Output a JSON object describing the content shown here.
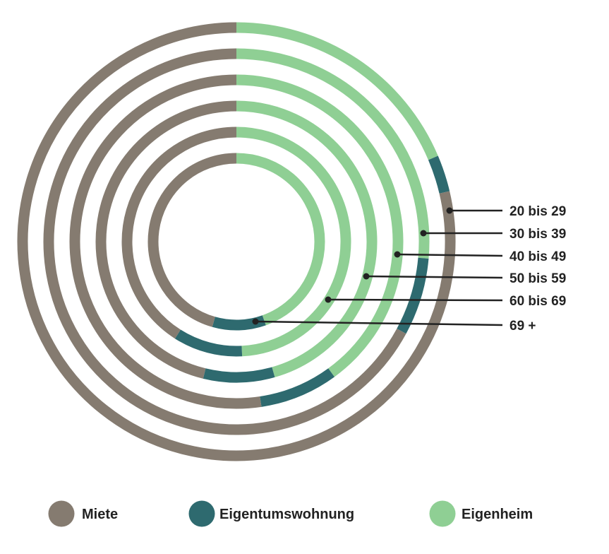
{
  "chart_data": {
    "type": "radial-stacked-bar",
    "unit": "percent",
    "categories": [
      "20 bis 29",
      "30 bis 39",
      "40 bis 49",
      "50 bis 59",
      "60 bis 69",
      "69 +"
    ],
    "series": [
      {
        "name": "Eigenheim",
        "color": "#8fcf94",
        "values": [
          18.6,
          26.4,
          40.0,
          45.6,
          49.2,
          44.6
        ]
      },
      {
        "name": "Eigentumswohnung",
        "color": "#2e6a6f",
        "values": [
          2.7,
          6.5,
          7.6,
          8.2,
          9.8,
          9.8
        ]
      },
      {
        "name": "Miete",
        "color": "#857b70",
        "values": [
          78.7,
          67.1,
          52.4,
          46.2,
          41.0,
          45.6
        ]
      }
    ],
    "legend": {
      "placement": "bottom",
      "order": [
        "Miete",
        "Eigentumswohnung",
        "Eigenheim"
      ]
    }
  }
}
